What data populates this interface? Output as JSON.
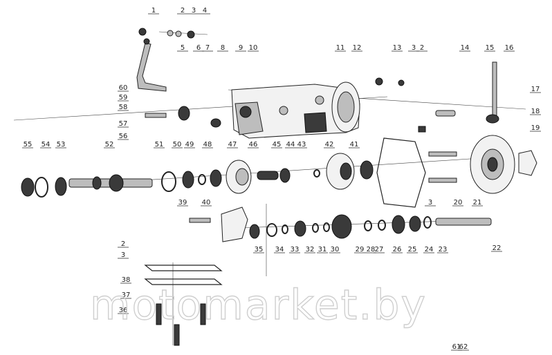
{
  "labels": [
    "1",
    "2",
    "3",
    "4",
    "5",
    "6",
    "7",
    "8",
    "9",
    "10",
    "11",
    "12",
    "13",
    "3",
    "2",
    "14",
    "15",
    "16",
    "17",
    "18",
    "19",
    "20",
    "21",
    "3",
    "22",
    "23",
    "24",
    "25",
    "26",
    "27",
    "28",
    "29",
    "30",
    "31",
    "32",
    "33",
    "34",
    "35",
    "36",
    "37",
    "38",
    "3",
    "2",
    "39",
    "40",
    "41",
    "42",
    "43",
    "44",
    "45",
    "46",
    "47",
    "48",
    "49",
    "50",
    "51",
    "52",
    "53",
    "54",
    "55",
    "56",
    "57",
    "58",
    "59",
    "60",
    "61",
    "62"
  ],
  "watermark": "motomarket.by",
  "colors": {
    "ink": "#222222",
    "part_fill": "#bdbdbd",
    "dark_fill": "#3a3a3a",
    "watermark": "#cfcfcf"
  }
}
